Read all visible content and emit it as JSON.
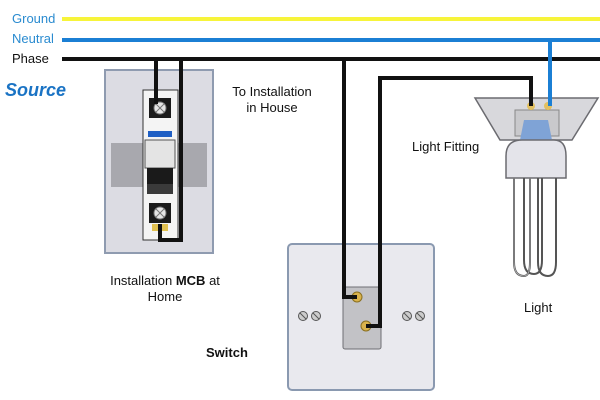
{
  "supply_lines": {
    "ground": "Ground",
    "neutral": "Neutral",
    "phase": "Phase"
  },
  "source_label": "Source",
  "labels": {
    "to_installation": [
      "To Installation",
      "in House"
    ],
    "light_fitting": "Light Fitting",
    "mcb": {
      "prefix": "Installation ",
      "bold": "MCB",
      "suffix": " at",
      "line2": "Home"
    },
    "light": "Light",
    "switch": "Switch"
  },
  "colors": {
    "ground_wire": "#f7f43a",
    "neutral_wire": "#1b7fd4",
    "phase_wire": "#111111",
    "panel_fill": "#dcdce3",
    "switch_plate": "#e9e9ee",
    "label_blue": "#1a73c4"
  }
}
